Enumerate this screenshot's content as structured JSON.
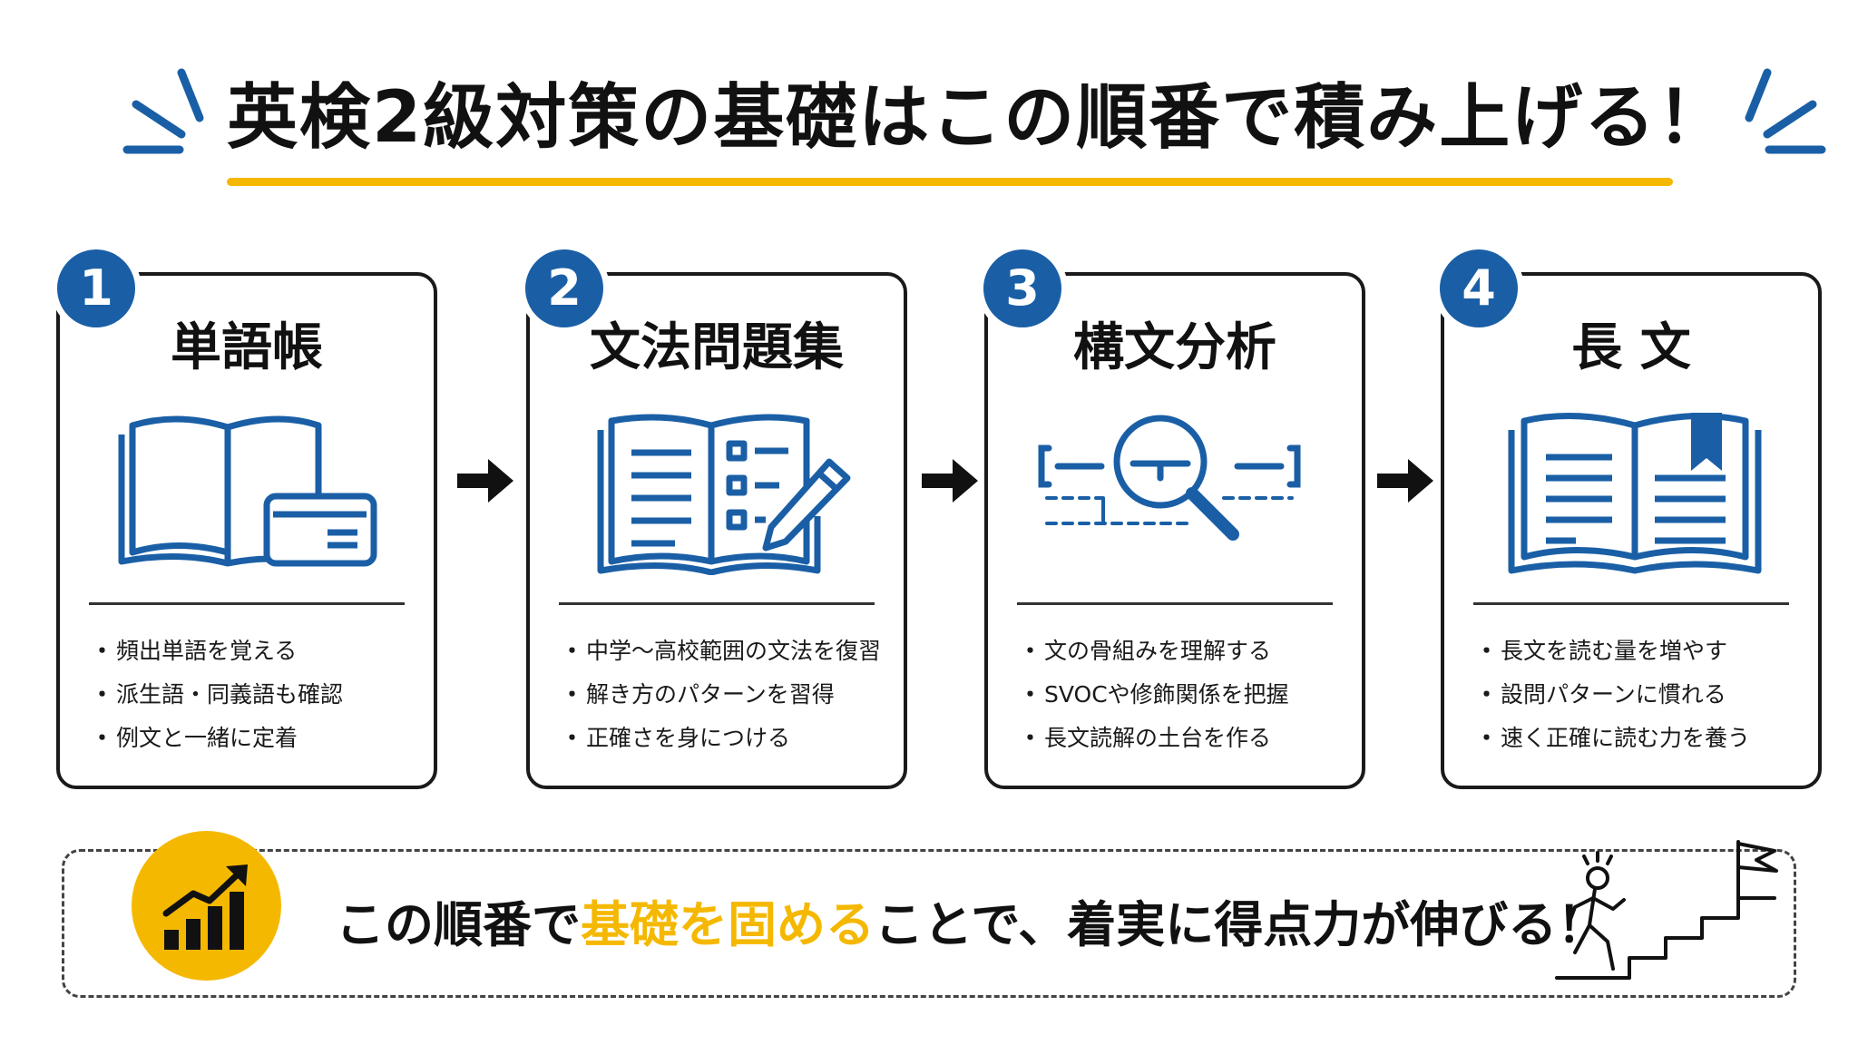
{
  "title": "英検2級対策の基礎はこの順番で積み上げる！",
  "colors": {
    "blue": "#1a5fa6",
    "yellow": "#f5b800",
    "ink": "#111111"
  },
  "steps": [
    {
      "number": "1",
      "title": "単語帳",
      "icon": "book-and-cards-icon",
      "items": [
        "頻出単語を覚える",
        "派生語・同義語も確認",
        "例文と一緒に定着"
      ]
    },
    {
      "number": "2",
      "title": "文法問題集",
      "icon": "workbook-pencil-icon",
      "items": [
        "中学〜高校範囲の文法を復習",
        "解き方のパターンを習得",
        "正確さを身につける"
      ]
    },
    {
      "number": "3",
      "title": "構文分析",
      "icon": "magnifier-structure-icon",
      "items": [
        "文の骨組みを理解する",
        "SVOCや修飾関係を把握",
        "長文読解の土台を作る"
      ]
    },
    {
      "number": "4",
      "title": "長 文",
      "icon": "open-book-bookmark-icon",
      "items": [
        "長文を読む量を増やす",
        "設問パターンに慣れる",
        "速く正確に読む力を養う"
      ]
    }
  ],
  "list_bullet": "・",
  "bottom": {
    "text_before": "この順番で",
    "text_highlight": "基礎を固める",
    "text_after": "ことで、着実に得点力が伸びる！",
    "left_icon": "growth-chart-icon",
    "right_icon": "climbing-stairs-flag-icon"
  }
}
